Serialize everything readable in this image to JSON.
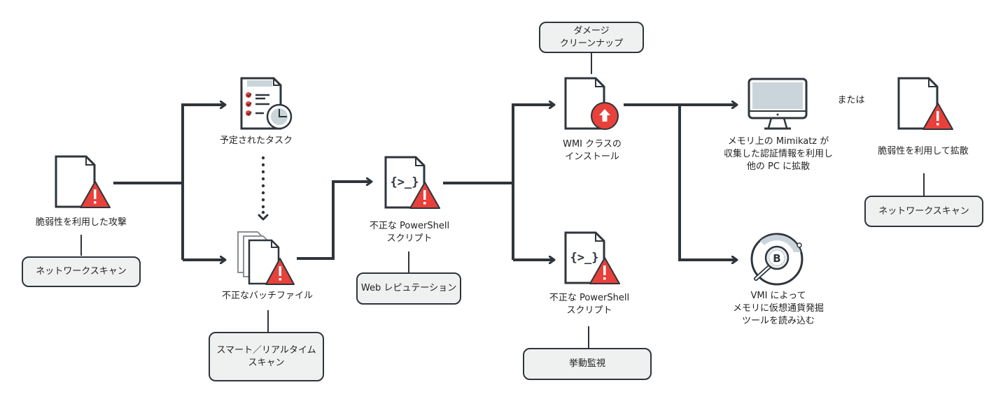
{
  "nodes": {
    "exploit": {
      "label": "脆弱性を利用した攻撃",
      "icon": "document-warning-icon"
    },
    "scheduled_task": {
      "label": "予定されたタスク",
      "icon": "checklist-clock-icon"
    },
    "batch_file": {
      "label": "不正なバッチファイル",
      "icon": "documents-warning-icon"
    },
    "powershell1": {
      "label_line1": "不正な PowerShell",
      "label_line2": "スクリプト",
      "icon": "script-warning-icon"
    },
    "wmi": {
      "label_line1": "WMI クラスの",
      "label_line2": "インストール",
      "icon": "document-upload-icon"
    },
    "powershell2": {
      "label_line1": "不正な PowerShell",
      "label_line2": "スクリプト",
      "icon": "script-warning-icon"
    },
    "mimikatz": {
      "label_line1": "メモリ上の Mimikatz が",
      "label_line2": "収集した認証情報を利用し",
      "label_line3": "他の PC に拡散",
      "icon": "monitor-icon"
    },
    "or_text": "または",
    "spread_exploit": {
      "label": "脆弱性を利用して拡散",
      "icon": "document-warning-icon"
    },
    "miner": {
      "label_line1": "VMI によって",
      "label_line2": "メモリに仮想通貨発掘",
      "label_line3": "ツールを読み込む",
      "icon": "bitcoin-magnifier-icon"
    }
  },
  "boxes": {
    "network_scan_1": "ネットワークスキャン",
    "smart_scan_line1": "スマート／リアルタイム",
    "smart_scan_line2": "スキャン",
    "web_reputation": "Web レピュテーション",
    "damage_cleanup_line1": "ダメージ",
    "damage_cleanup_line2": "クリーンナップ",
    "behavior_monitoring": "挙動監視",
    "network_scan_2": "ネットワークスキャン"
  },
  "colors": {
    "line": "#2e353b",
    "alert_red": "#e8403a",
    "box_fill": "#eff1f0",
    "screen_fill": "#c9d5db"
  }
}
